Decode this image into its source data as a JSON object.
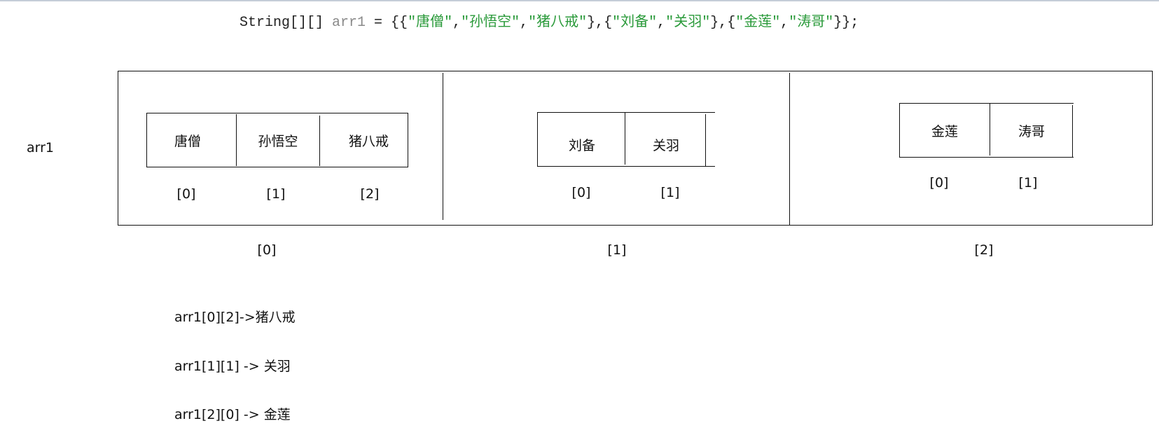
{
  "code_line": {
    "type_decl": "String[][] ",
    "var_name": "arr1",
    "assign": " = {{",
    "groups": [
      [
        "\"唐僧\"",
        "\"孙悟空\"",
        "\"猪八戒\""
      ],
      [
        "\"刘备\"",
        "\"关羽\""
      ],
      [
        "\"金莲\"",
        "\"涛哥\""
      ]
    ],
    "sep": ",",
    "group_sep": "},{",
    "end": "}};",
    "colors": {
      "default": "#222222",
      "variable": "#8a8a8a",
      "string": "#2a9a3a"
    }
  },
  "diagram": {
    "array_label": "arr1",
    "outer_indices": [
      "[0]",
      "[1]",
      "[2]"
    ],
    "rows": [
      {
        "cells": [
          "唐僧",
          "孙悟空",
          "猪八戒"
        ],
        "indices": [
          "[0]",
          "[1]",
          "[2]"
        ]
      },
      {
        "cells": [
          "刘备",
          "关羽"
        ],
        "indices": [
          "[0]",
          "[1]"
        ]
      },
      {
        "cells": [
          "金莲",
          "涛哥"
        ],
        "indices": [
          "[0]",
          "[1]"
        ]
      }
    ]
  },
  "examples": [
    "arr1[0][2]->猪八戒",
    "arr1[1][1] -> 关羽",
    "arr1[2][0] -> 金莲"
  ]
}
